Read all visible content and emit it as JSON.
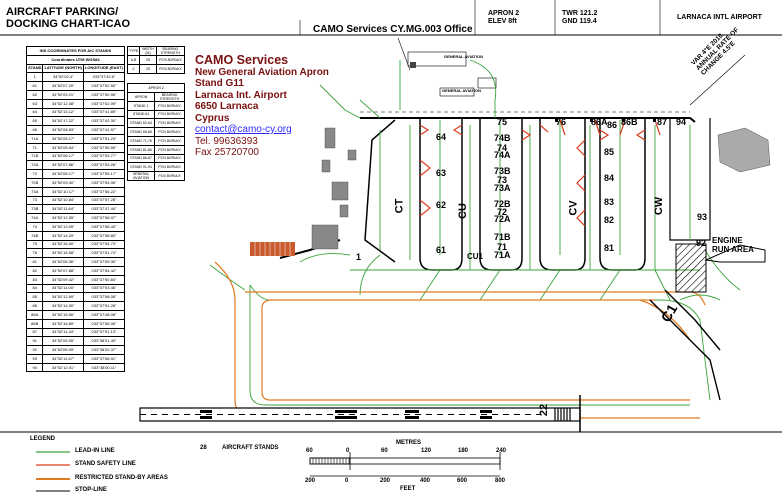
{
  "chart": {
    "title_line1": "AIRCRAFT PARKING/",
    "title_line2": "DOCKING CHART-ICAO",
    "apron": "APRON 2",
    "elev": "ELEV 8ft",
    "twr": "TWR 121.2",
    "gnd": "GND 119.4",
    "airport": "LARNACA INTL AIRPORT",
    "office": "CAMO Services CY.MG.003 Office"
  },
  "camo": {
    "name": "CAMO Services",
    "line2": "New General Aviation Apron",
    "line3": "Stand G11",
    "line4": "Larnaca Int. Airport",
    "line5": "6650 Larnaca",
    "line6": "Cyprus",
    "email": "contact@camo-cy.org",
    "tel": "Tel. 99636393",
    "fax": "Fax 25720700"
  },
  "coords_table": {
    "title": "INS COORDINATES FOR A/C STANDS",
    "sub": "Coordinates UTM WGS84",
    "col_stand": "STAND",
    "col_lat": "LATITUDE (NORTH)",
    "col_lon": "LONGITUDE (EAST)",
    "rows": [
      [
        "1",
        "34°52'02.4\"",
        "033°37'42.6\""
      ],
      [
        "61",
        "34°52'07.20\"",
        "033°37'52.50\""
      ],
      [
        "62",
        "34°52'09.21\"",
        "033°37'50.96\""
      ],
      [
        "63",
        "34°52'12.08\"",
        "033°37'52.09\""
      ],
      [
        "64",
        "34°52'13.12\"",
        "033°37'41.89\""
      ],
      [
        "65",
        "34°52'17.22\"",
        "033°37'42.30\""
      ],
      [
        "66",
        "34°52'08.83\"",
        "033°37'41.57\""
      ],
      [
        "71A",
        "34°52'05.17\"",
        "033°37'51.23\""
      ],
      [
        "71",
        "34°52'05.54\"",
        "033°37'55.59\""
      ],
      [
        "71B",
        "34°52'06.17\"",
        "033°37'53.77\""
      ],
      [
        "72A",
        "34°52'07.86\"",
        "033°37'53.26\""
      ],
      [
        "72",
        "34°52'08.17\"",
        "033°37'55.17\""
      ],
      [
        "72B",
        "34°52'09.40\"",
        "033°37'54.06\""
      ],
      [
        "73A",
        "34°52'10.17\"",
        "033°37'56.22\""
      ],
      [
        "73",
        "34°52'10.84\"",
        "033°37'57.28\""
      ],
      [
        "73B",
        "34°52'11.64\"",
        "033°37'47.44\""
      ],
      [
        "74A",
        "34°52'12.55\"",
        "033°37'58.07\""
      ],
      [
        "74",
        "34°52'13.09\"",
        "033°37'58.43\""
      ],
      [
        "74B",
        "34°52'14.29\"",
        "033°37'58.80\""
      ],
      [
        "75",
        "34°52'16.00\"",
        "033°37'54.73\""
      ],
      [
        "76",
        "34°52'16.58\"",
        "033°37'51.74\""
      ],
      [
        "81",
        "34°52'06.36\"",
        "033°37'59.30\""
      ],
      [
        "82",
        "34°52'07.88\"",
        "033°37'54.42\""
      ],
      [
        "83",
        "34°52'09.42\"",
        "033°37'50.84\""
      ],
      [
        "84",
        "34°52'11.00\"",
        "033°37'53.46\""
      ],
      [
        "85",
        "34°52'12.69\"",
        "033°37'58.08\""
      ],
      [
        "86",
        "34°52'14.30\"",
        "033°37'51.28\""
      ],
      [
        "86A",
        "34°52'15.06\"",
        "033°37'48.08\""
      ],
      [
        "86B",
        "34°52'16.89\"",
        "033°37'56.06\""
      ],
      [
        "87",
        "34°52'11.44\"",
        "033°37'51.13\""
      ],
      [
        "91",
        "34°52'05.95\"",
        "033°38'01.40\""
      ],
      [
        "92",
        "34°52'06.09\"",
        "033°38'02.37\""
      ],
      [
        "93",
        "34°52'11.67\"",
        "033°37'58.91\""
      ],
      [
        "94",
        "34°52'12.01\"",
        "033°38'00.11\""
      ]
    ]
  },
  "type_table": {
    "h_type": "TYPE",
    "h_width": "WIDTH (M)",
    "h_strength": "BEARING STRENGTH",
    "rows": [
      [
        "A,B",
        "25",
        "PCN 80/R/A/X"
      ],
      [
        "C",
        "25",
        "PCN 80/R/A/X"
      ]
    ],
    "apron2_label": "APRON 2",
    "apron2_rows": [
      [
        "APRON",
        "BEARING STRENGTH"
      ],
      [
        "STAND 1",
        "PCN 80/R/A/X"
      ],
      [
        "STAND 61",
        "PCN 80/R/A/X"
      ],
      [
        "STAND 62-64",
        "PCN 80/R/A/X"
      ],
      [
        "STAND 65-66",
        "PCN 80/R/A/X"
      ],
      [
        "STAND 71-76",
        "PCN 80/R/A/X"
      ],
      [
        "STAND 81-86",
        "PCN 80/R/A/X"
      ],
      [
        "STAND 86-87",
        "PCN 80/R/A/X"
      ],
      [
        "STAND 91-94",
        "PCN 80/R/A/X"
      ],
      [
        "GENERAL AVIATION",
        "PCN 80/R/A/X"
      ]
    ]
  },
  "map": {
    "var_note_1": "VAR 4°E 2010",
    "var_note_2": "ANNUAL RATE OF",
    "var_note_3": "CHANGE 4.5'E",
    "gen_aviation_1": "GENERAL AVIATION",
    "gen_aviation_2": "GENERAL AVIATION",
    "taxiways": [
      "CT",
      "CU",
      "CV",
      "CW",
      "CU1",
      "C1"
    ],
    "stands": [
      {
        "id": "64"
      },
      {
        "id": "63"
      },
      {
        "id": "62"
      },
      {
        "id": "61"
      },
      {
        "id": "1"
      },
      {
        "id": "75"
      },
      {
        "id": "74B"
      },
      {
        "id": "74"
      },
      {
        "id": "74A"
      },
      {
        "id": "73B"
      },
      {
        "id": "73"
      },
      {
        "id": "73A"
      },
      {
        "id": "72B"
      },
      {
        "id": "72"
      },
      {
        "id": "72A"
      },
      {
        "id": "71B"
      },
      {
        "id": "71"
      },
      {
        "id": "71A"
      },
      {
        "id": "76"
      },
      {
        "id": "86A"
      },
      {
        "id": "86"
      },
      {
        "id": "86B"
      },
      {
        "id": "87"
      },
      {
        "id": "94"
      },
      {
        "id": "85"
      },
      {
        "id": "84"
      },
      {
        "id": "83"
      },
      {
        "id": "82"
      },
      {
        "id": "81"
      },
      {
        "id": "93"
      },
      {
        "id": "92"
      }
    ],
    "engine_runup_1": "ENGINE",
    "engine_runup_2": "RUN AREA",
    "runway": "22"
  },
  "legend": {
    "title": "LEGEND",
    "lead_in": "LEAD-IN LINE",
    "stand_safety": "STAND SAFETY LINE",
    "restricted": "RESTRICTED STAND-BY AREAS",
    "stop": "STOP-LINE",
    "stand_no": "28",
    "stands_label": "AIRCRAFT STANDS"
  },
  "scale": {
    "metres": "METRES",
    "m_ticks": [
      "60",
      "0",
      "60",
      "120",
      "180",
      "240"
    ],
    "feet": "FEET",
    "f_ticks": [
      "200",
      "0",
      "200",
      "400",
      "600",
      "800"
    ]
  },
  "colors": {
    "lead_in": "#3aa33a",
    "safety": "#d93b1a",
    "restricted": "#e07a22",
    "camo": "#7a1010",
    "email": "#2a2aff"
  }
}
